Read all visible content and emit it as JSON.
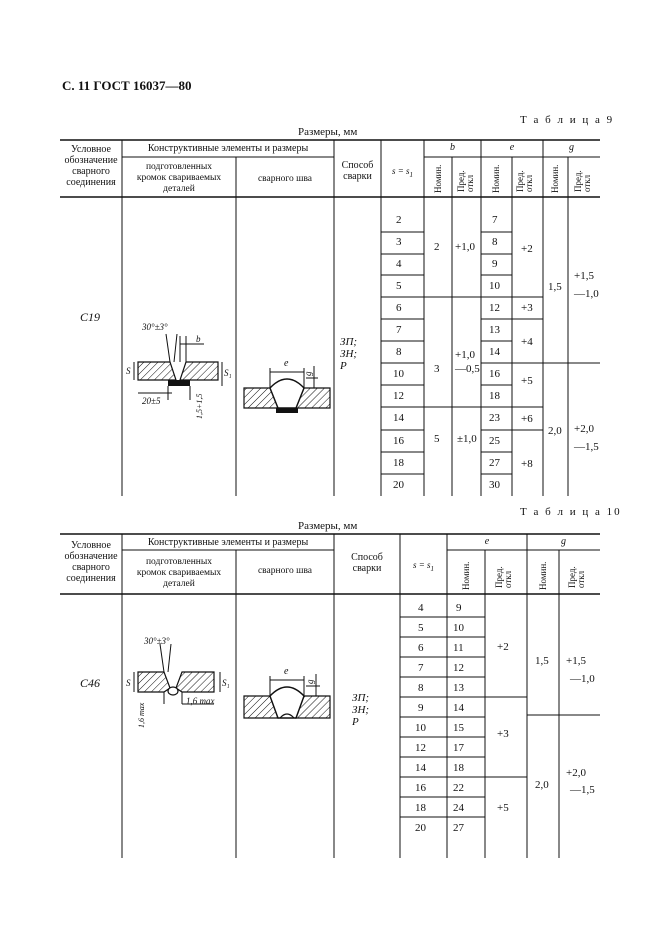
{
  "page_header": "С. 11 ГОСТ 16037—80",
  "table9": {
    "caption": "Т а б л и ц а  9",
    "units": "Размеры, мм",
    "col_condition": [
      "Условное",
      "обозначение",
      "сварного",
      "соединения"
    ],
    "col_constructive": "Конструктивные элементы и размеры",
    "col_prepared": [
      "подготовленных",
      "кромок свариваемых",
      "деталей"
    ],
    "col_weld": "сварного шва",
    "col_method": [
      "Способ",
      "сварки"
    ],
    "col_s": "s = s",
    "col_s_sub": "1",
    "sym_b": "b",
    "sym_e": "e",
    "sym_g": "g",
    "nom": "Номин.",
    "dev": [
      "Пред.",
      "откл"
    ],
    "designation": "С19",
    "method": [
      "ЗП;",
      "ЗН;",
      "Р"
    ],
    "s_values": [
      "2",
      "3",
      "4",
      "5",
      "6",
      "7",
      "8",
      "10",
      "12",
      "14",
      "16",
      "18",
      "20"
    ],
    "b_nom": [
      "2",
      "3",
      "5"
    ],
    "b_dev": [
      "+1,0",
      "+1,0",
      "—0,5",
      "±1,0"
    ],
    "e_nom": [
      "7",
      "8",
      "9",
      "10",
      "12",
      "13",
      "14",
      "16",
      "18",
      "23",
      "25",
      "27",
      "30"
    ],
    "e_dev": [
      "+2",
      "+3",
      "+4",
      "+5",
      "+6",
      "+8"
    ],
    "g_nom": [
      "1,5",
      "2,0"
    ],
    "g_dev": [
      "+1,5",
      "—1,0",
      "+2,0",
      "—1,5"
    ],
    "drawing_labels": {
      "angle": "30°±3°",
      "b": "b",
      "s": "S",
      "s1": "S₁",
      "gap": "20±5",
      "root": "1,5+1,5",
      "e": "e",
      "g": "g"
    }
  },
  "table10": {
    "caption": "Т а б л и ц а  10",
    "units": "Размеры, мм",
    "designation": "С46",
    "method": [
      "ЗП;",
      "ЗН;",
      "Р"
    ],
    "s_values": [
      "4",
      "5",
      "6",
      "7",
      "8",
      "9",
      "10",
      "12",
      "14",
      "16",
      "18",
      "20"
    ],
    "e_nom": [
      "9",
      "10",
      "11",
      "12",
      "13",
      "14",
      "15",
      "17",
      "18",
      "22",
      "24",
      "27"
    ],
    "e_dev": [
      "+2",
      "+3",
      "+5"
    ],
    "g_nom": [
      "1,5",
      "2,0"
    ],
    "g_dev": [
      "+1,5",
      "—1,0",
      "+2,0",
      "—1,5"
    ],
    "drawing_labels": {
      "angle": "30°±3°",
      "s": "S",
      "s1": "S₁",
      "max1": "1,6 max",
      "max2": "1,6 max",
      "e": "e",
      "g": "g"
    }
  }
}
